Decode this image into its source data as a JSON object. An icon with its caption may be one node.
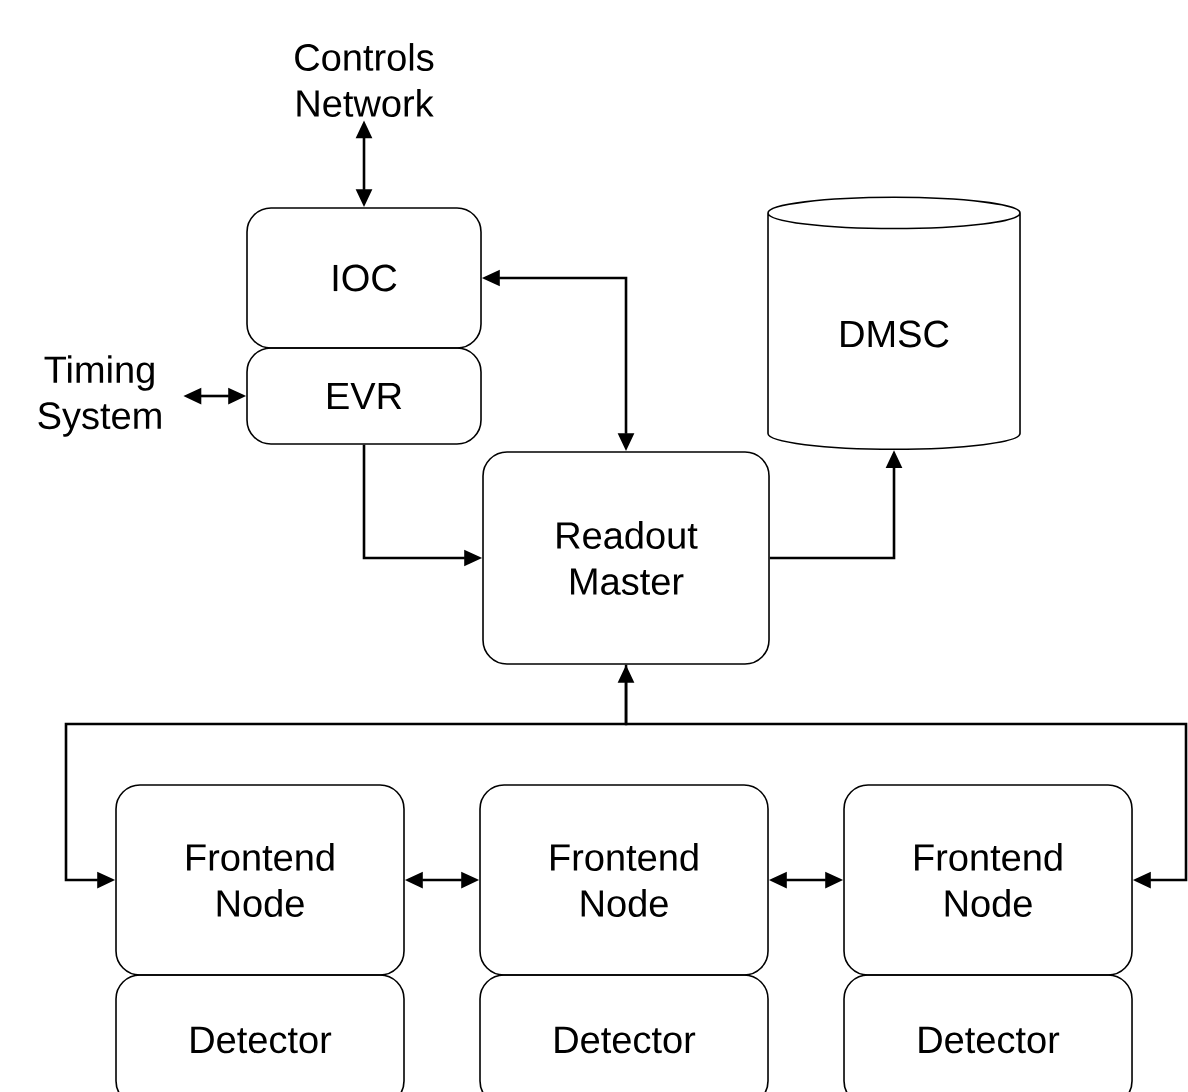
{
  "diagram": {
    "nodes": [
      {
        "text": [
          "Controls Network"
        ]
      },
      {
        "text": [
          "IOC"
        ]
      },
      {
        "text": [
          "EVR"
        ]
      },
      {
        "text": [
          "Timing System"
        ]
      },
      {
        "text": [
          "Readout Master"
        ]
      },
      {
        "text": [
          "DMSC"
        ]
      },
      {
        "text": [
          "Frontend Node"
        ]
      },
      {
        "text": [
          "Frontend Node"
        ]
      },
      {
        "text": [
          "Frontend Node"
        ]
      },
      {
        "text": [
          "Detector"
        ]
      },
      {
        "text": [
          "Detector"
        ]
      },
      {
        "text": [
          "Detector"
        ]
      }
    ],
    "edges": [
      {
        "from": 0,
        "to": 1,
        "arrow": "both"
      },
      {
        "from": 3,
        "to": 2,
        "arrow": "both"
      },
      {
        "from": 1,
        "to": 4,
        "arrow": "both"
      },
      {
        "from": 2,
        "to": 4,
        "arrow": "to"
      },
      {
        "from": 4,
        "to": 5,
        "arrow": "to"
      },
      {
        "from": 4,
        "to": 6,
        "arrow": "both"
      },
      {
        "from": 4,
        "to": 8,
        "arrow": "to"
      },
      {
        "from": 6,
        "to": 7,
        "arrow": "both"
      },
      {
        "from": 7,
        "to": 8,
        "arrow": "both"
      }
    ]
  }
}
